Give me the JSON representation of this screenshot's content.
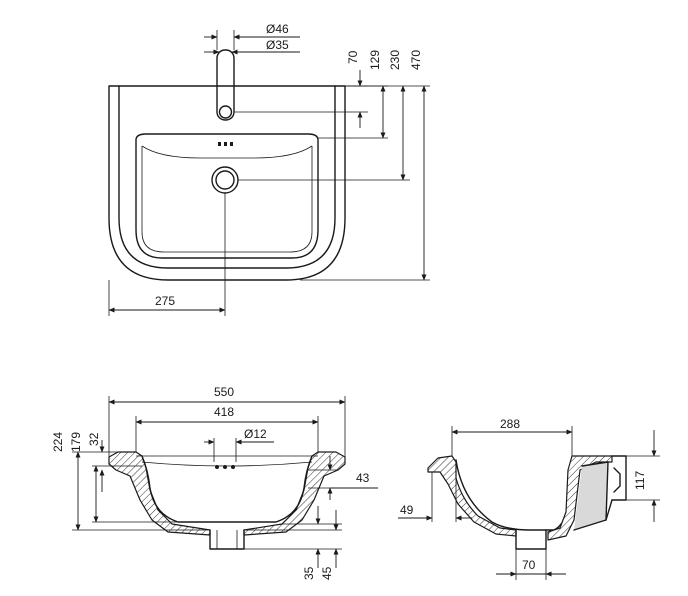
{
  "colors": {
    "line": "#1a1a1a",
    "background": "#ffffff",
    "section_shade": "#d9d9d9"
  },
  "plan_view": {
    "dim_diameter_46": "Ø46",
    "dim_diameter_35": "Ø35",
    "dim_70": "70",
    "dim_129": "129",
    "dim_230": "230",
    "dim_470": "470",
    "dim_275": "275"
  },
  "front_section": {
    "dim_550": "550",
    "dim_418": "418",
    "dim_diameter_12": "Ø12",
    "dim_224": "224",
    "dim_179": "179",
    "dim_32": "32",
    "dim_43": "43",
    "dim_35": "35",
    "dim_45": "45"
  },
  "side_section": {
    "dim_288": "288",
    "dim_117": "117",
    "dim_49": "49",
    "dim_70": "70"
  }
}
